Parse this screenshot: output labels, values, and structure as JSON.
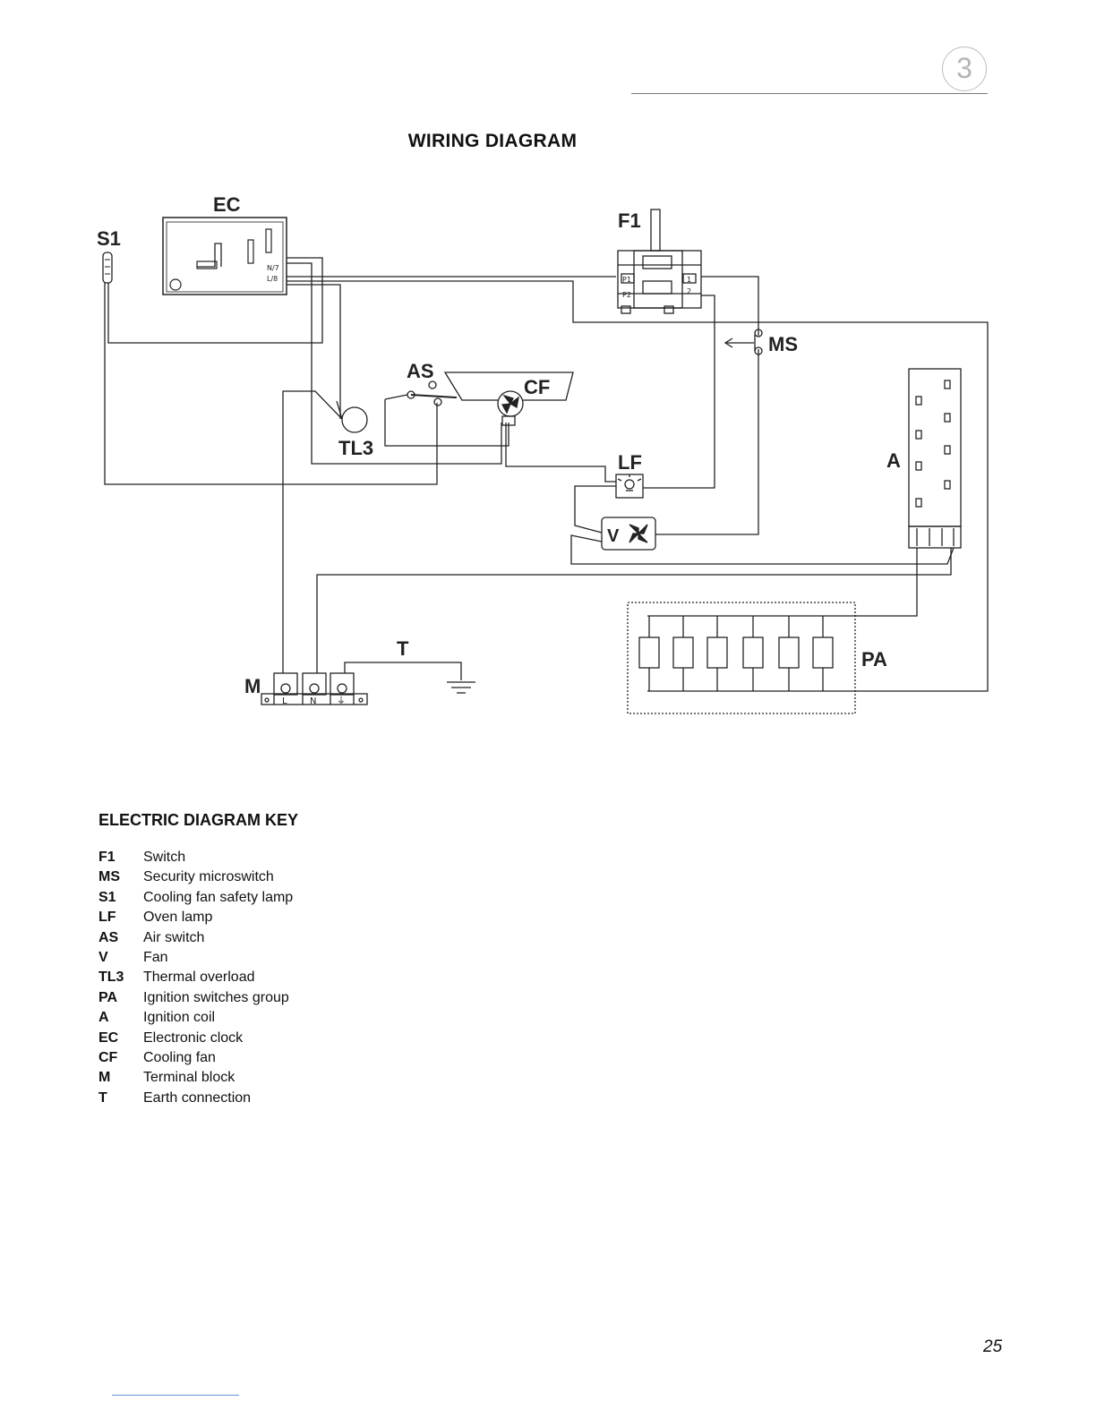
{
  "header": {
    "chapter_number": "3"
  },
  "title": "WIRING DIAGRAM",
  "diagram": {
    "components": {
      "EC": "EC",
      "S1": "S1",
      "F1": "F1",
      "MS": "MS",
      "AS": "AS",
      "CF": "CF",
      "TL3": "TL3",
      "LF": "LF",
      "A": "A",
      "V": "V",
      "T": "T",
      "M": "M",
      "PA": "PA"
    },
    "ec_terminals": {
      "n": "N/7",
      "l": "L/8"
    },
    "f1_terminals": {
      "p1": "P1",
      "p2": "P2",
      "t1": "1",
      "t2": "2"
    },
    "m_terminals": {
      "l": "L",
      "n": "N",
      "earth": "⏚"
    }
  },
  "key": {
    "title": "ELECTRIC DIAGRAM KEY",
    "items": [
      {
        "code": "F1",
        "description": "Switch"
      },
      {
        "code": "MS",
        "description": "Security microswitch"
      },
      {
        "code": "S1",
        "description": "Cooling fan safety lamp"
      },
      {
        "code": "LF",
        "description": "Oven lamp"
      },
      {
        "code": "AS",
        "description": "Air switch"
      },
      {
        "code": "V",
        "description": "Fan"
      },
      {
        "code": "TL3",
        "description": "Thermal overload"
      },
      {
        "code": "PA",
        "description": "Ignition switches group"
      },
      {
        "code": "A",
        "description": "Ignition coil"
      },
      {
        "code": "EC",
        "description": "Electronic clock"
      },
      {
        "code": "CF",
        "description": "Cooling fan"
      },
      {
        "code": "M",
        "description": "Terminal block"
      },
      {
        "code": "T",
        "description": "Earth connection"
      }
    ]
  },
  "page_number": "25"
}
